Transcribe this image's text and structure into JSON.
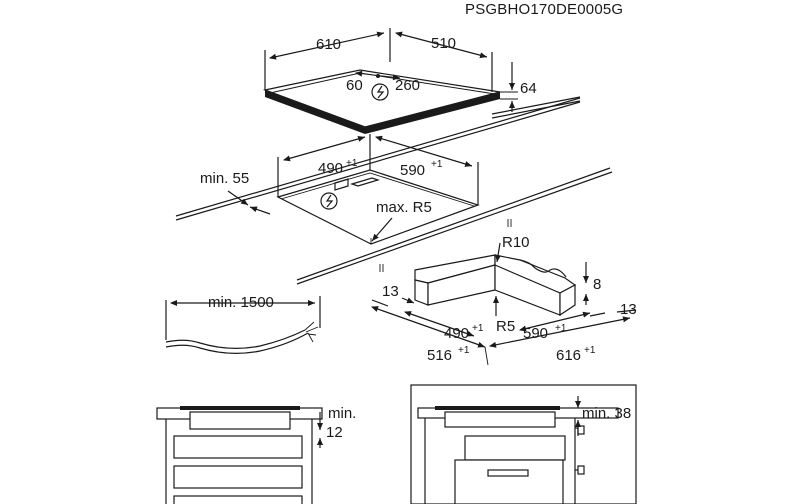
{
  "diagram": {
    "code": "PSGBHO170DE0005G",
    "hob": {
      "width": "610",
      "depth": "510",
      "height": "64",
      "conn_a": "60",
      "conn_b": "260"
    },
    "cutout": {
      "min_front": "min. 55",
      "width": "490",
      "depth": "590",
      "tol": "+1",
      "radius": "max. R5"
    },
    "frame": {
      "radius_outer": "R10",
      "radius_inner": "R5",
      "side_left": "13",
      "side_right": "13",
      "height": "8",
      "inner_w": "490",
      "inner_d": "590",
      "outer_w": "516",
      "outer_d": "616",
      "tol": "+1"
    },
    "cable": {
      "min_length": "min. 1500"
    },
    "install_left": {
      "min_label": "min.",
      "value": "12"
    },
    "install_right": {
      "min_label": "min. 38"
    }
  }
}
